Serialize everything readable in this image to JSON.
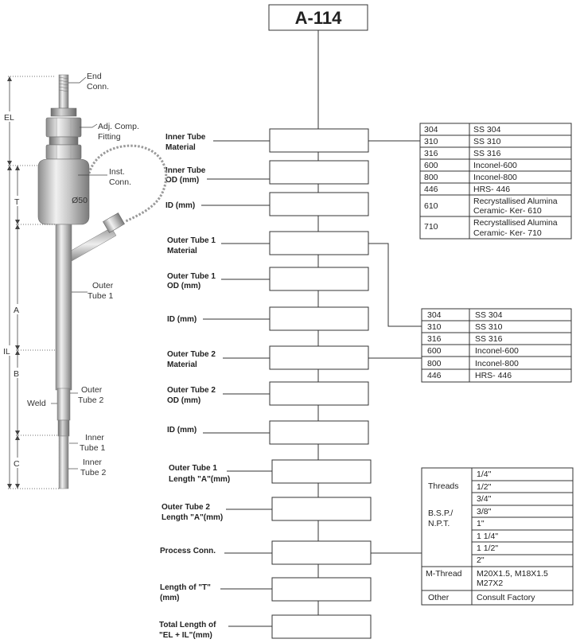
{
  "title": "A-114",
  "probe_labels": {
    "end_conn": [
      "End",
      "Conn."
    ],
    "adj_comp": [
      "Adj. Comp.",
      "Fitting"
    ],
    "inst_conn": [
      "Inst.",
      "Conn."
    ],
    "diameter": "Ø50",
    "outer_tube_1": [
      "Outer",
      "Tube 1"
    ],
    "outer_tube_2": [
      "Outer",
      "Tube 2"
    ],
    "weld": "Weld",
    "inner_tube_1": [
      "Inner",
      "Tube 1"
    ],
    "inner_tube_2": [
      "Inner",
      "Tube 2"
    ]
  },
  "dimensions": {
    "el": "EL",
    "t": "T",
    "a": "A",
    "il": "IL",
    "b": "B",
    "c": "C"
  },
  "fields": [
    [
      "Inner Tube",
      "Material"
    ],
    [
      "Inner Tube",
      "OD (mm)"
    ],
    [
      "ID (mm)"
    ],
    [
      "Outer Tube 1",
      "Material"
    ],
    [
      "Outer Tube 1",
      "OD (mm)"
    ],
    [
      "ID (mm)"
    ],
    [
      "Outer Tube 2",
      "Material"
    ],
    [
      "Outer Tube 2",
      "OD (mm)"
    ],
    [
      "ID (mm)"
    ],
    [
      "Outer Tube 1",
      "Length \"A\"(mm)"
    ],
    [
      "Outer Tube 2",
      "Length \"A\"(mm)"
    ],
    [
      "Process Conn."
    ],
    [
      "Length  of \"T\"",
      "(mm)"
    ],
    [
      "Total Length  of",
      "\"EL + IL\"(mm)"
    ]
  ],
  "inner_tube_material_table": [
    {
      "code": "304",
      "desc": [
        "SS 304"
      ]
    },
    {
      "code": "310",
      "desc": [
        "SS 310"
      ]
    },
    {
      "code": "316",
      "desc": [
        "SS 316"
      ]
    },
    {
      "code": "600",
      "desc": [
        "Inconel-600"
      ]
    },
    {
      "code": "800",
      "desc": [
        "Inconel-800"
      ]
    },
    {
      "code": "446",
      "desc": [
        "HRS- 446"
      ]
    },
    {
      "code": "610",
      "desc": [
        "Recrystallised Alumina",
        "Ceramic- Ker- 610"
      ]
    },
    {
      "code": "710",
      "desc": [
        "Recrystallised Alumina",
        "Ceramic- Ker- 710"
      ]
    }
  ],
  "outer_tube_material_table": [
    {
      "code": "304",
      "desc": "SS 304"
    },
    {
      "code": "310",
      "desc": "SS 310"
    },
    {
      "code": "316",
      "desc": "SS 316"
    },
    {
      "code": "600",
      "desc": "Inconel-600"
    },
    {
      "code": "800",
      "desc": "Inconel-800"
    },
    {
      "code": "446",
      "desc": "HRS- 446"
    }
  ],
  "process_conn_table": {
    "threads_label": "Threads",
    "bsp_label": [
      "B.S.P./",
      "N.P.T."
    ],
    "thread_sizes": [
      "1/4\"",
      "1/2\"",
      "3/4\"",
      "3/8\"",
      "1\"",
      "1 1/4\"",
      "1 1/2\"",
      "2\""
    ],
    "m_thread_label": "M-Thread",
    "m_thread_values": [
      "M20X1.5, M18X1.5",
      "M27X2"
    ],
    "other_label": "Other",
    "other_value": "Consult Factory"
  },
  "colors": {
    "line": "#333333",
    "steel_dark": "#8a8a8a",
    "steel_light": "#e8e8e8"
  }
}
